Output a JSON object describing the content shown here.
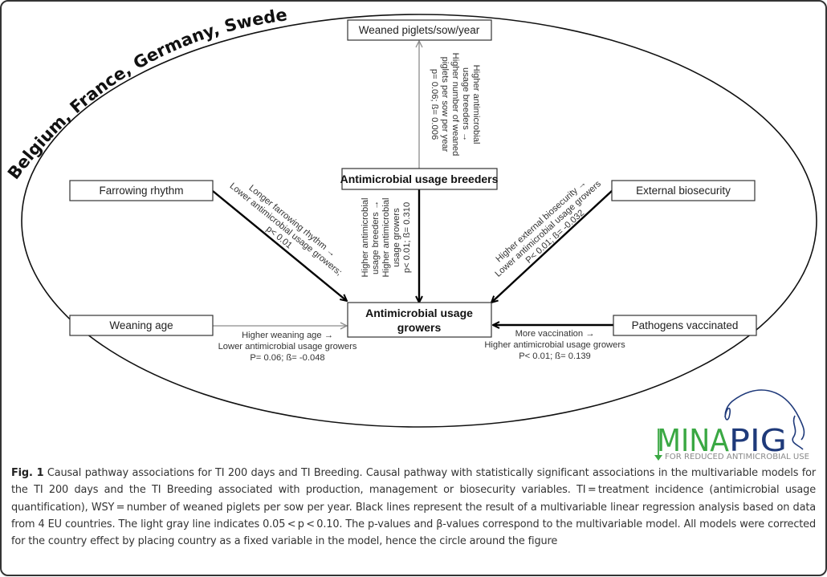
{
  "figure": {
    "countries_label": "Belgium, France, Germany, Sweden",
    "nodes": {
      "weaned_piglets": "Weaned piglets/sow/year",
      "amu_breeders": "Antimicrobial usage breeders",
      "farrowing_rhythm": "Farrowing rhythm",
      "external_biosecurity": "External biosecurity",
      "weaning_age": "Weaning age",
      "pathogens_vaccinated": "Pathogens vaccinated",
      "amu_growers_line1": "Antimicrobial usage",
      "amu_growers_line2": "growers"
    },
    "edges": {
      "breeders_to_wsy": {
        "line_color": "#8c8c8c",
        "lines": [
          "Higher antimicrobial",
          "usage breeders →",
          "Higher number of weaned",
          "piglets per sow per year",
          "p= 0.06; ß= 0.006"
        ]
      },
      "farrowing_to_growers": {
        "line_color": "#000000",
        "lines": [
          "Longer farrowing rhythm →",
          "Lower antimicrobial usage growers;",
          "p< 0.01"
        ]
      },
      "breeders_to_growers": {
        "line_color": "#000000",
        "lines": [
          "Higher antimicrobial",
          "usage breeders →",
          "Higher antimicrobial",
          "usage growers",
          "p< 0.01; ß= 0.310"
        ]
      },
      "biosecurity_to_growers": {
        "line_color": "#000000",
        "lines": [
          "Higher external biosecurity →",
          "Lower antimicrobial usage growers",
          "P< 0.01; ß= -0.032"
        ]
      },
      "weaning_to_growers": {
        "line_color": "#8c8c8c",
        "lines": [
          "Higher weaning age →",
          "Lower antimicrobial usage growers",
          "P= 0.06; ß= -0.048"
        ]
      },
      "vaccination_to_growers": {
        "line_color": "#000000",
        "lines": [
          "More vaccination →",
          "Higher antimicrobial usage growers",
          "P< 0.01; ß= 0.139"
        ]
      }
    },
    "logo": {
      "name_part1": "MINA",
      "name_part2": "PIG",
      "tagline": "FOR REDUCED ANTIMICROBIAL USE",
      "green": "#3aa843",
      "navy": "#1f3a7a"
    }
  },
  "caption": {
    "fig_label": "Fig. 1",
    "text": " Causal pathway associations for TI 200 days and TI Breeding. Causal pathway with statistically significant associations in the multivariable models for the TI 200 days and the TI Breeding associated with production, management or biosecurity variables. TI = treatment incidence (antimicrobial usage quantification), WSY = number of weaned piglets per sow per year. Black lines represent the result of a multivariable linear regression analysis based on data from 4 EU countries. The light gray line indicates 0.05 < p < 0.10. The p-values and β-values correspond to the multivariable model. All models were corrected for the country effect by placing country as a fixed variable in the model, hence the circle around the figure"
  }
}
